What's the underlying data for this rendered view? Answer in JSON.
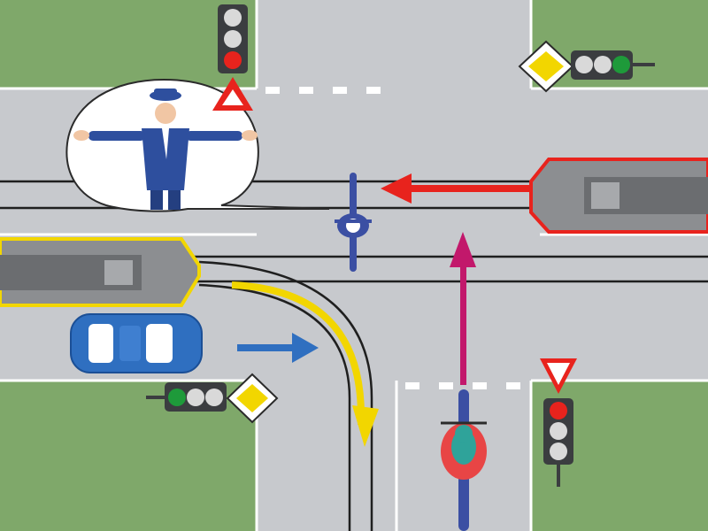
{
  "scene": {
    "colors": {
      "grass": "#7fa86a",
      "road": "#c7c9cd",
      "lane_marking": "#ffffff",
      "tram_rail": "#1f1f1f",
      "tram_left_outline": "#f2d600",
      "tram_right_outline": "#e8231d",
      "tram_body": "#8c8e91",
      "car_body": "#2f6fc0",
      "arrow_red": "#e8231d",
      "arrow_magenta": "#c2186b",
      "arrow_blue": "#2f6fc0",
      "arrow_yellow": "#f2d600",
      "signal_housing": "#3b3d40",
      "signal_red": "#e8231d",
      "signal_green": "#1e9a3a",
      "signal_off": "#d9d9d9",
      "priority_sign": "#f2d600",
      "police_uniform": "#2e4f9e"
    },
    "icons": [
      "traffic-light-top-left",
      "warning-triangle-sign",
      "priority-road-sign",
      "traffic-light-top-right",
      "traffic-light-left",
      "yield-sign",
      "traffic-light-bottom-right",
      "police-officer",
      "tram-left",
      "tram-right",
      "blue-car",
      "cyclist",
      "motorcyclist",
      "arrow-red-left",
      "arrow-magenta-up",
      "arrow-blue-right",
      "arrow-yellow-turn"
    ],
    "signals": {
      "top_left": "red",
      "top_right": "green",
      "left": "green",
      "bottom_right": "red"
    }
  }
}
